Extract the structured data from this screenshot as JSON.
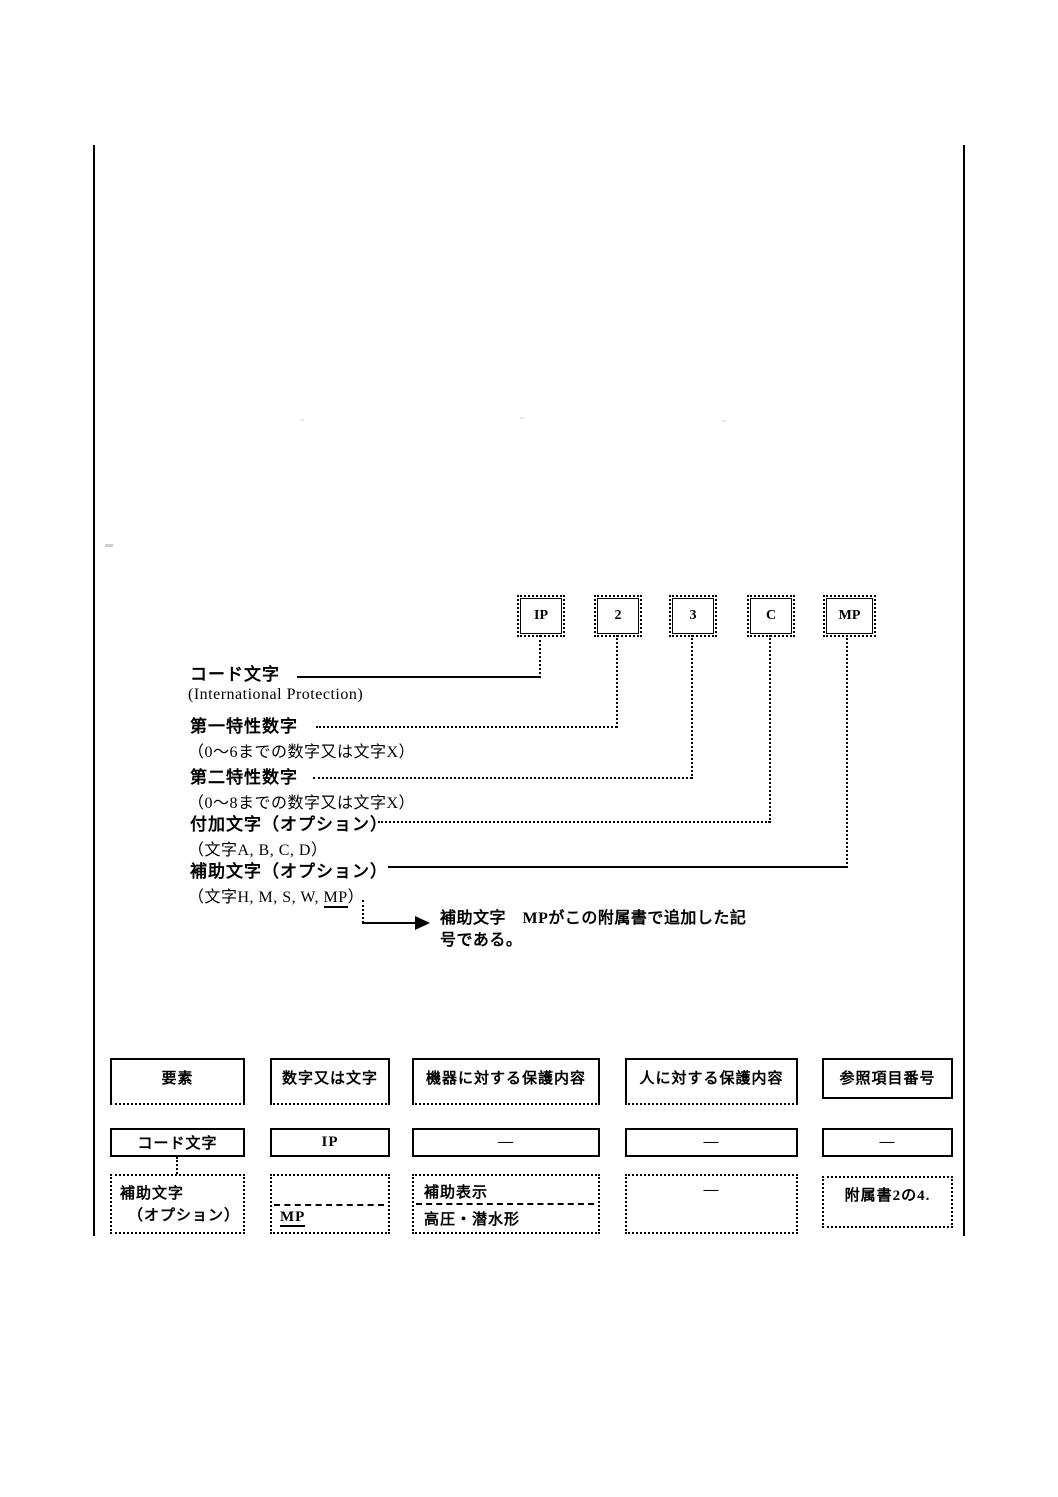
{
  "code_boxes": [
    "IP",
    "2",
    "3",
    "C",
    "MP"
  ],
  "labels": [
    {
      "title": "コード文字",
      "sub": "(International Protection)"
    },
    {
      "title": "第一特性数字",
      "sub": "（0〜6までの数字又は文字X）"
    },
    {
      "title": "第二特性数字",
      "sub": "（0〜8までの数字又は文字X）"
    },
    {
      "title": "付加文字（オプション）",
      "sub": "（文字A, B, C, D）"
    },
    {
      "title": "補助文字（オプション）",
      "sub_prefix": "（文字H, M, S, W, ",
      "sub_mp": "MP",
      "sub_suffix": "）"
    }
  ],
  "note": {
    "line1": "補助文字　MPがこの附属書で追加した記",
    "line2": "号である。"
  },
  "table": {
    "headers": [
      "要素",
      "数字又は文字",
      "機器に対する保護内容",
      "人に対する保護内容",
      "参照項目番号"
    ],
    "row_code": [
      "コード文字",
      "IP",
      "―",
      "―",
      "―"
    ],
    "row_aux": {
      "element_line1": "補助文字",
      "element_line2": "（オプション）",
      "symbol": "MP",
      "equip_line1": "補助表示",
      "equip_line2": "高圧・潜水形",
      "person": "―",
      "ref": "附属書2の4."
    }
  }
}
